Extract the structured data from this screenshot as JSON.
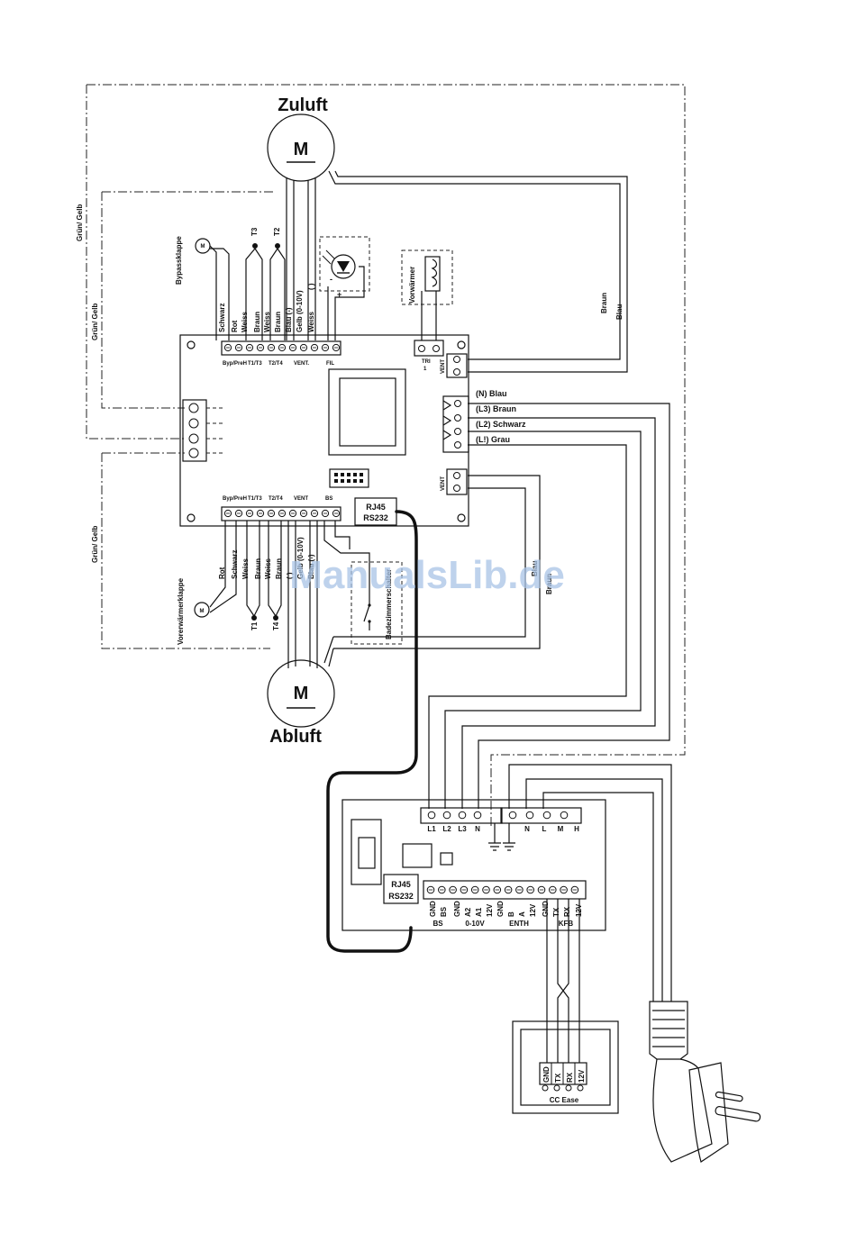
{
  "motors": {
    "supply": {
      "title": "Zuluft",
      "symbol": "M"
    },
    "exhaust": {
      "title": "Abluft",
      "symbol": "M"
    }
  },
  "earth_labels": [
    "Grün/ Gelb",
    "Grün/ Gelb",
    "Grün/ Gelb"
  ],
  "top_components": {
    "bypass": {
      "label": "Bypassklappe",
      "symbol": "M"
    },
    "t3": "T3",
    "t2": "T2",
    "heater": "Vorwärmer",
    "plus": "+",
    "minus": "-"
  },
  "top_wire_labels": [
    "Schwarz",
    "Rot",
    "Weiss",
    "Braun",
    "Weiss",
    "Braun",
    "Blau (-)",
    "Gelb (0-10V)",
    "Weiss",
    "( )"
  ],
  "board": {
    "top_terminal_labels": [
      "Byp/PreH",
      "T1/T3",
      "T2/T4",
      "VENT.",
      "FIL"
    ],
    "bottom_terminal_labels": [
      "Byp/PreH",
      "T1/T3",
      "T2/T4",
      "VENT",
      "BS"
    ],
    "tri_label": "TRI",
    "tri_num": "1",
    "vent_label": "VENT",
    "rj45": "RJ45",
    "rs232": "RS232"
  },
  "power_labels": [
    "(N) Blau",
    "(L3) Braun",
    "(L2) Schwarz",
    "(L!) Grau"
  ],
  "right_cable_labels": {
    "top_braun": "Braun",
    "top_blau": "Blau",
    "mid_blau": "Blau",
    "mid_braun": "Braun"
  },
  "bottom_components": {
    "preheater_flap": {
      "label": "Vorerwärmerklappe",
      "symbol": "M"
    },
    "t1": "T1",
    "t4": "T4",
    "bath_switch": "Badezimmerschalter"
  },
  "bottom_wire_labels": [
    "Rot",
    "Schwarz",
    "Weiss",
    "Braun",
    "Weiss",
    "Braun",
    "( )",
    "Gelb (0-10V)",
    "Blau (-)"
  ],
  "lower_board": {
    "power_terminals": [
      "L1",
      "L2",
      "L3",
      "N"
    ],
    "fan_terminals": [
      "N",
      "L",
      "M",
      "H"
    ],
    "rj45": "RJ45",
    "rs232": "RS232",
    "bottom_terminals": [
      "GND",
      "BS",
      "GND",
      "A2",
      "A1",
      "12V",
      "GND",
      "B",
      "A",
      "12V",
      "GND",
      "TX",
      "RX",
      "12V"
    ],
    "groups": [
      "BS",
      "0-10V",
      "ENTH",
      "KFB"
    ]
  },
  "cc_ease": {
    "title": "CC Ease",
    "terminals": [
      "GND",
      "TX",
      "RX",
      "12V"
    ]
  },
  "watermark": "ManualsLib.de"
}
